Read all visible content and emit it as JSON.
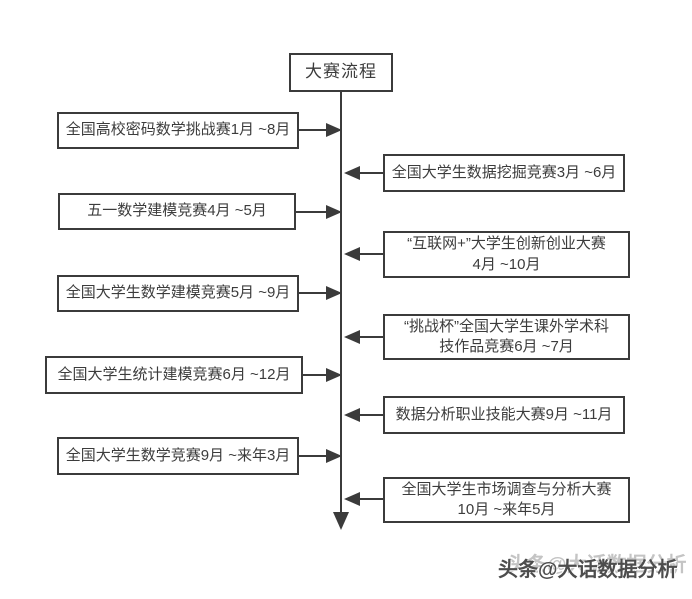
{
  "diagram": {
    "title": "大赛流程",
    "left_items": [
      {
        "lines": [
          "全国高校密码数学挑战赛1月 ~8月"
        ]
      },
      {
        "lines": [
          "五一数学建模竞赛4月 ~5月"
        ]
      },
      {
        "lines": [
          "全国大学生数学建模竞赛5月 ~9月"
        ]
      },
      {
        "lines": [
          "全国大学生统计建模竞赛6月 ~12月"
        ]
      },
      {
        "lines": [
          "全国大学生数学竞赛9月 ~来年3月"
        ]
      }
    ],
    "right_items": [
      {
        "lines": [
          "全国大学生数据挖掘竞赛3月 ~6月"
        ]
      },
      {
        "lines": [
          "“互联网+”大学生创新创业大赛",
          "4月 ~10月"
        ]
      },
      {
        "lines": [
          "“挑战杯”全国大学生课外学术科",
          "技作品竞赛6月 ~7月"
        ]
      },
      {
        "lines": [
          "数据分析职业技能大赛9月 ~11月"
        ]
      },
      {
        "lines": [
          "全国大学生市场调查与分析大赛",
          "10月 ~来年5月"
        ]
      }
    ],
    "watermark": "头条@大话数据分析",
    "colors": {
      "line": "#3b3b3b",
      "text": "#3c3c3c",
      "background": "#ffffff",
      "watermark_front": "#4d4d4d",
      "watermark_back": "#c4c4c4"
    }
  }
}
